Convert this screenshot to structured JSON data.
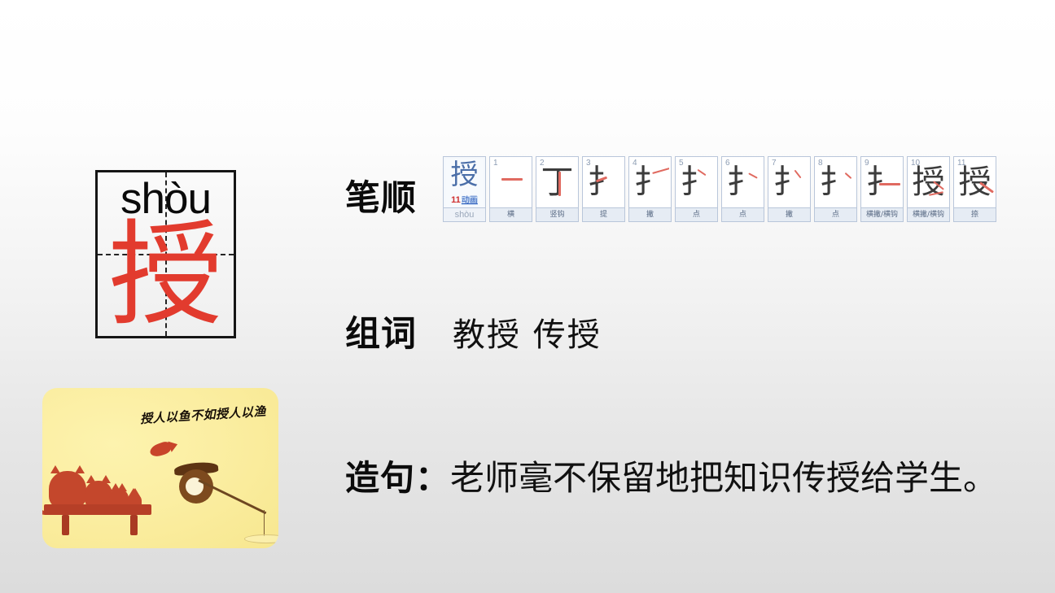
{
  "slide": {
    "background_top": "#ffffff",
    "background_bottom": "#dcdcdc"
  },
  "char_card": {
    "pinyin": "shòu",
    "hanzi": "授",
    "hanzi_color": "#e23b2e"
  },
  "illustration": {
    "calligraphy": "授人以鱼不如授人以渔",
    "background_color": "#fbeea2"
  },
  "rows": {
    "bishun_label": "笔顺",
    "zuci_label": "组词",
    "zuci_words": "教授  传授",
    "zaoju_label": "造句：",
    "zaoju_sentence": "老师毫不保留地把知识传授给学生。"
  },
  "stroke_order": {
    "header": {
      "glyph": "授",
      "count": "11",
      "anim_label": "动画",
      "pinyin": "shòu"
    },
    "steps": [
      {
        "num": "1",
        "glyph": "一",
        "name": "横"
      },
      {
        "num": "2",
        "glyph": "丁",
        "name": "竖钩"
      },
      {
        "num": "3",
        "glyph": "扌",
        "name": "提"
      },
      {
        "num": "4",
        "glyph": "扌",
        "name": "撇"
      },
      {
        "num": "5",
        "glyph": "扌",
        "name": "点"
      },
      {
        "num": "6",
        "glyph": "扌",
        "name": "点"
      },
      {
        "num": "7",
        "glyph": "扌",
        "name": "撇"
      },
      {
        "num": "8",
        "glyph": "扌",
        "name": "点"
      },
      {
        "num": "9",
        "glyph": "扌",
        "name": "横撇/横钩"
      },
      {
        "num": "10",
        "glyph": "授",
        "name": "横撇/横钩"
      },
      {
        "num": "11",
        "glyph": "授",
        "name": "捺"
      }
    ]
  }
}
